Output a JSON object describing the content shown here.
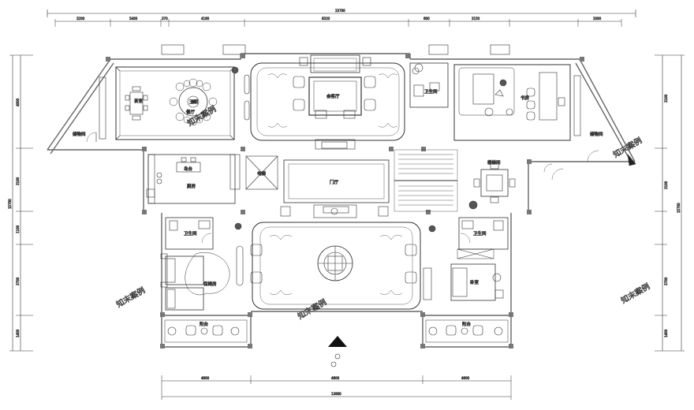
{
  "rooms": {
    "tearoom": "茶室",
    "dining": "餐厅",
    "dining_center": "王朝",
    "reception": "会客厅",
    "study": "书房",
    "hallway": "门厅",
    "kitchen": "厨房",
    "island": "岛台",
    "elevator": "电梯",
    "stair_hall": "楼梯间",
    "bath_top": "卫生间",
    "bath_left": "卫生间",
    "bath_right": "卫生间",
    "bedroom_left": "保姆房",
    "bedroom_right": "卧室",
    "storage_left": "储物间",
    "storage_right": "储物间",
    "balcony_left": "阳台",
    "balcony_right": "阳台"
  },
  "dimensions": {
    "top_total": "23700",
    "top": [
      "3200",
      "5400",
      "370",
      "4180",
      "6320",
      "600",
      "3150",
      "3390"
    ],
    "bottom_total": "13800",
    "bottom": [
      "4600",
      "4600",
      "4600"
    ],
    "left": [
      "4000",
      "3100",
      "1100",
      "3700",
      "1400"
    ],
    "right": [
      "3100",
      "3100",
      "3700",
      "1400"
    ],
    "left_total": "15700",
    "right_total": "15700"
  },
  "watermark": "知末案例",
  "colors": {
    "wall": "#777777",
    "line": "#333333",
    "fill_dark": "#2a2a2a"
  }
}
